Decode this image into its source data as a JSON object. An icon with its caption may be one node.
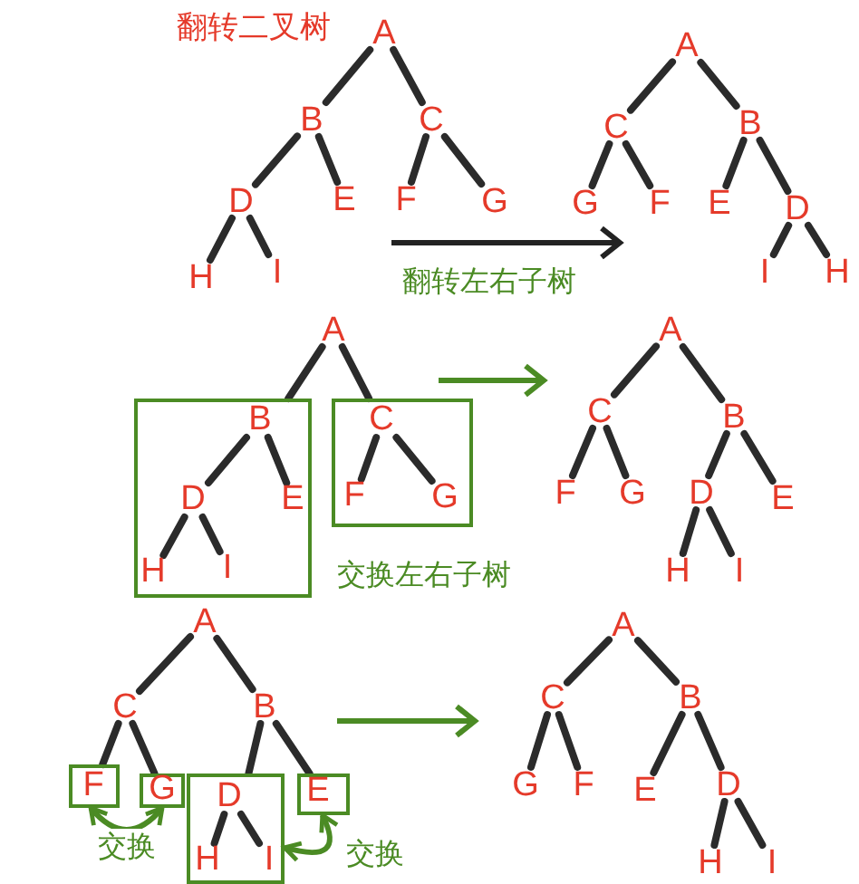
{
  "diagram": {
    "title": "翻转二叉树",
    "nodes": [
      {
        "text": [
          "A"
        ]
      },
      {
        "text": [
          "B"
        ]
      },
      {
        "text": [
          "C"
        ]
      },
      {
        "text": [
          "D"
        ]
      },
      {
        "text": [
          "E"
        ]
      },
      {
        "text": [
          "F"
        ]
      },
      {
        "text": [
          "G"
        ]
      },
      {
        "text": [
          "H"
        ]
      },
      {
        "text": [
          "I"
        ]
      },
      {
        "text": [
          "A"
        ]
      },
      {
        "text": [
          "C"
        ]
      },
      {
        "text": [
          "B"
        ]
      },
      {
        "text": [
          "G"
        ]
      },
      {
        "text": [
          "F"
        ]
      },
      {
        "text": [
          "E"
        ]
      },
      {
        "text": [
          "D"
        ]
      },
      {
        "text": [
          "I"
        ]
      },
      {
        "text": [
          "H"
        ]
      },
      {
        "text": [
          "A"
        ]
      },
      {
        "text": [],
        "shape": "box"
      },
      {
        "text": [
          "B"
        ],
        "in": 19
      },
      {
        "text": [
          "D"
        ],
        "in": 19
      },
      {
        "text": [
          "E"
        ],
        "in": 19
      },
      {
        "text": [
          "H"
        ],
        "in": 19
      },
      {
        "text": [
          "I"
        ],
        "in": 19
      },
      {
        "text": [],
        "shape": "box"
      },
      {
        "text": [
          "C"
        ],
        "in": 25
      },
      {
        "text": [
          "F"
        ],
        "in": 25
      },
      {
        "text": [
          "G"
        ],
        "in": 25
      },
      {
        "text": [
          "A"
        ]
      },
      {
        "text": [
          "C"
        ]
      },
      {
        "text": [
          "B"
        ]
      },
      {
        "text": [
          "F"
        ]
      },
      {
        "text": [
          "G"
        ]
      },
      {
        "text": [
          "D"
        ]
      },
      {
        "text": [
          "E"
        ]
      },
      {
        "text": [
          "H"
        ]
      },
      {
        "text": [
          "I"
        ]
      },
      {
        "text": [
          "A"
        ]
      },
      {
        "text": [
          "C"
        ]
      },
      {
        "text": [
          "B"
        ]
      },
      {
        "text": [],
        "shape": "box"
      },
      {
        "text": [
          "F"
        ],
        "in": 41
      },
      {
        "text": [],
        "shape": "box"
      },
      {
        "text": [
          "G"
        ],
        "in": 43
      },
      {
        "text": [],
        "shape": "box"
      },
      {
        "text": [
          "D"
        ],
        "in": 45
      },
      {
        "text": [
          "H"
        ],
        "in": 45
      },
      {
        "text": [
          "I"
        ],
        "in": 45
      },
      {
        "text": [],
        "shape": "box"
      },
      {
        "text": [
          "E"
        ],
        "in": 49
      },
      {
        "text": [
          "A"
        ]
      },
      {
        "text": [
          "C"
        ]
      },
      {
        "text": [
          "B"
        ]
      },
      {
        "text": [
          "G"
        ]
      },
      {
        "text": [
          "F"
        ]
      },
      {
        "text": [
          "E"
        ]
      },
      {
        "text": [
          "D"
        ]
      },
      {
        "text": [
          "H"
        ]
      },
      {
        "text": [
          "I"
        ]
      }
    ],
    "edges": [
      {
        "from": 0,
        "to": 1,
        "arrow": "none"
      },
      {
        "from": 0,
        "to": 2,
        "arrow": "none"
      },
      {
        "from": 1,
        "to": 3,
        "arrow": "none"
      },
      {
        "from": 1,
        "to": 4,
        "arrow": "none"
      },
      {
        "from": 2,
        "to": 5,
        "arrow": "none"
      },
      {
        "from": 2,
        "to": 6,
        "arrow": "none"
      },
      {
        "from": 3,
        "to": 7,
        "arrow": "none"
      },
      {
        "from": 3,
        "to": 8,
        "arrow": "none"
      },
      {
        "from": 9,
        "to": 10,
        "arrow": "none"
      },
      {
        "from": 9,
        "to": 11,
        "arrow": "none"
      },
      {
        "from": 10,
        "to": 12,
        "arrow": "none"
      },
      {
        "from": 10,
        "to": 13,
        "arrow": "none"
      },
      {
        "from": 11,
        "to": 14,
        "arrow": "none"
      },
      {
        "from": 11,
        "to": 15,
        "arrow": "none"
      },
      {
        "from": 15,
        "to": 16,
        "arrow": "none"
      },
      {
        "from": 15,
        "to": 17,
        "arrow": "none"
      },
      {
        "from": 18,
        "to": 19,
        "arrow": "none"
      },
      {
        "from": 18,
        "to": 25,
        "arrow": "none"
      },
      {
        "from": 20,
        "to": 21,
        "arrow": "none"
      },
      {
        "from": 20,
        "to": 22,
        "arrow": "none"
      },
      {
        "from": 21,
        "to": 23,
        "arrow": "none"
      },
      {
        "from": 21,
        "to": 24,
        "arrow": "none"
      },
      {
        "from": 26,
        "to": 27,
        "arrow": "none"
      },
      {
        "from": 26,
        "to": 28,
        "arrow": "none"
      },
      {
        "from": 29,
        "to": 30,
        "arrow": "none"
      },
      {
        "from": 29,
        "to": 31,
        "arrow": "none"
      },
      {
        "from": 30,
        "to": 32,
        "arrow": "none"
      },
      {
        "from": 30,
        "to": 33,
        "arrow": "none"
      },
      {
        "from": 31,
        "to": 34,
        "arrow": "none"
      },
      {
        "from": 31,
        "to": 35,
        "arrow": "none"
      },
      {
        "from": 34,
        "to": 36,
        "arrow": "none"
      },
      {
        "from": 34,
        "to": 37,
        "arrow": "none"
      },
      {
        "from": 38,
        "to": 39,
        "arrow": "none"
      },
      {
        "from": 38,
        "to": 40,
        "arrow": "none"
      },
      {
        "from": 39,
        "to": 41,
        "arrow": "none"
      },
      {
        "from": 39,
        "to": 43,
        "arrow": "none"
      },
      {
        "from": 40,
        "to": 45,
        "arrow": "none"
      },
      {
        "from": 40,
        "to": 49,
        "arrow": "none"
      },
      {
        "from": 46,
        "to": 47,
        "arrow": "none"
      },
      {
        "from": 46,
        "to": 48,
        "arrow": "none"
      },
      {
        "from": 41,
        "to": 43,
        "arrow": "both",
        "label": "交换",
        "color": "#4b8b24"
      },
      {
        "from": 45,
        "to": 49,
        "arrow": "both",
        "label": "交换",
        "color": "#4b8b24"
      },
      {
        "from": 51,
        "to": 52,
        "arrow": "none"
      },
      {
        "from": 51,
        "to": 53,
        "arrow": "none"
      },
      {
        "from": 52,
        "to": 54,
        "arrow": "none"
      },
      {
        "from": 52,
        "to": 55,
        "arrow": "none"
      },
      {
        "from": 53,
        "to": 56,
        "arrow": "none"
      },
      {
        "from": 53,
        "to": 57,
        "arrow": "none"
      },
      {
        "from": 57,
        "to": 58,
        "arrow": "none"
      },
      {
        "from": 57,
        "to": 59,
        "arrow": "none"
      }
    ],
    "labels": [
      "翻转左右子树",
      "交换左右子树"
    ]
  }
}
